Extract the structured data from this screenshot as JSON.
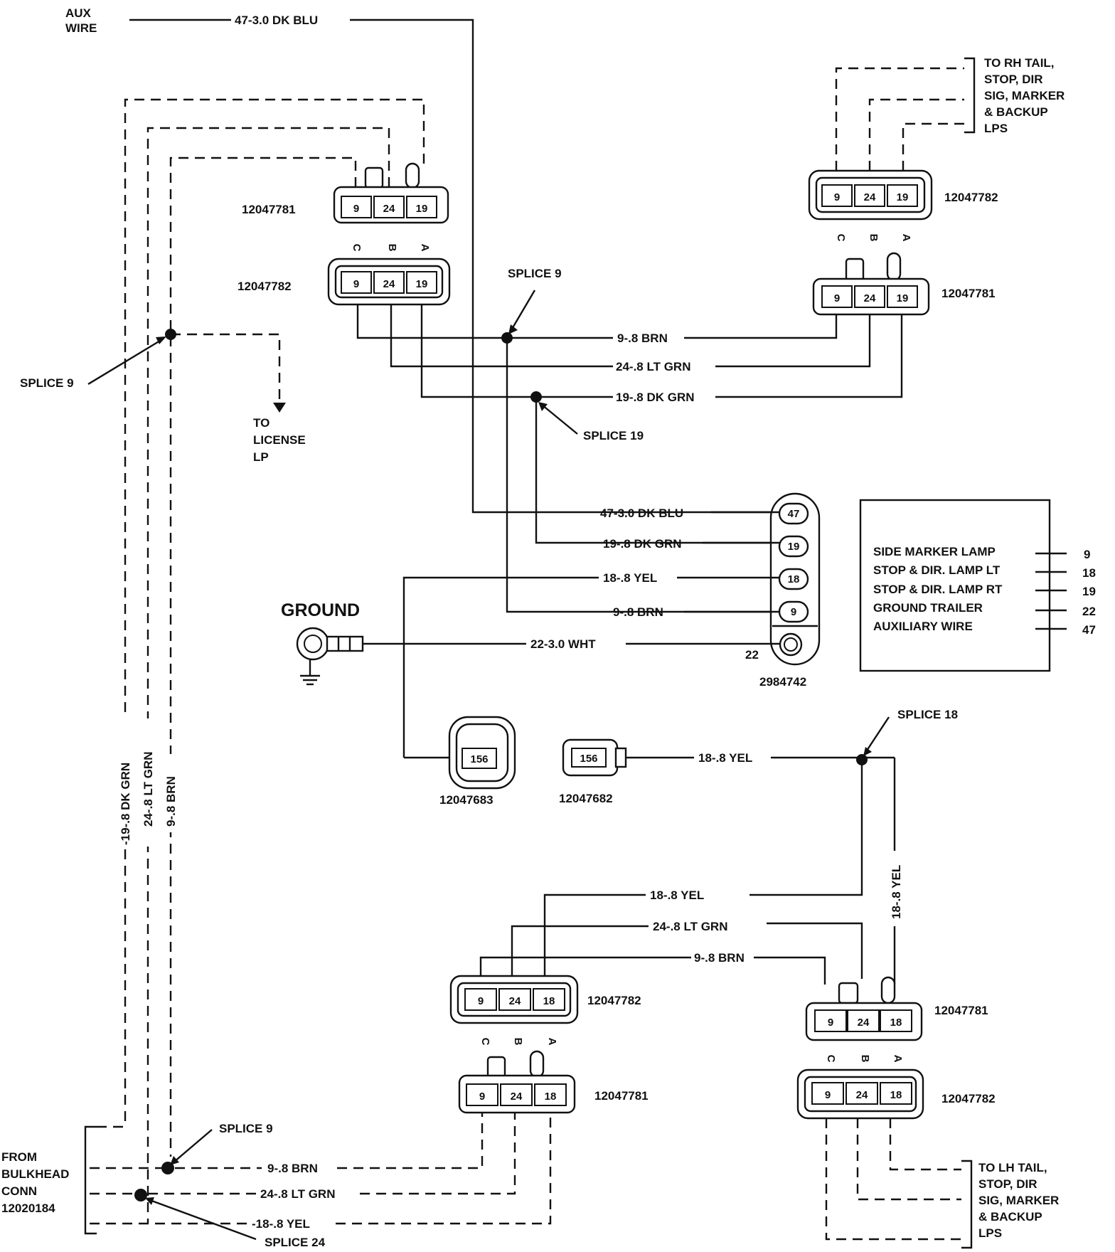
{
  "aux": {
    "line1": "AUX",
    "line2": "WIRE",
    "wire": "47-3.0 DK BLU"
  },
  "rh": {
    "note": [
      "TO RH TAIL,",
      "STOP, DIR",
      "SIG, MARKER",
      "& BACKUP",
      "LPS"
    ],
    "conn_top_part": "12047782",
    "conn_bottom_part": "12047781"
  },
  "lh": {
    "note": [
      "TO LH TAIL,",
      "STOP, DIR",
      "SIG, MARKER",
      "& BACKUP",
      "LPS"
    ],
    "conn_top_part": "12047781",
    "conn_bottom_part": "12047782"
  },
  "left_conn": {
    "top_part": "12047781",
    "bottom_part": "12047782"
  },
  "bottom_left_conn": {
    "top_part": "12047782",
    "bottom_part": "12047781"
  },
  "pins_9_24_19": [
    "9",
    "24",
    "19"
  ],
  "pins_9_24_18": [
    "9",
    "24",
    "18"
  ],
  "letters": [
    "C",
    "B",
    "A"
  ],
  "wires": {
    "brn": "9-.8 BRN",
    "ltgrn": "24-.8 LT GRN",
    "dkgrn": "19-.8 DK GRN",
    "dkblu": "47-3.0 DK BLU",
    "yel": "18-.8 YEL",
    "wht": "22-3.0 WHT"
  },
  "vertical": {
    "dkgrn": "-19-.8 DK GRN",
    "ltgrn": "24-.8 LT GRN",
    "brn": "9-.8 BRN",
    "yel": "18-.8 YEL"
  },
  "splices": {
    "s9": "SPLICE 9",
    "s19": "SPLICE 19",
    "s18": "SPLICE 18",
    "s24": "SPLICE 24"
  },
  "license": [
    "TO",
    "LICENSE",
    "LP"
  ],
  "ground": "GROUND",
  "socket": {
    "part": "2984742",
    "pins": [
      "47",
      "19",
      "18",
      "9"
    ],
    "ground_pin": "22"
  },
  "small_conn": {
    "pin": "156",
    "left_part": "12047683",
    "right_part": "12047682"
  },
  "legend": [
    {
      "label": "SIDE MARKER LAMP",
      "num": "9"
    },
    {
      "label": "STOP & DIR. LAMP LT",
      "num": "18"
    },
    {
      "label": "STOP & DIR. LAMP RT",
      "num": "19"
    },
    {
      "label": "GROUND TRAILER",
      "num": "22"
    },
    {
      "label": "AUXILIARY WIRE",
      "num": "47"
    }
  ],
  "bulkhead": [
    "FROM",
    "BULKHEAD",
    "CONN",
    "12020184"
  ],
  "bottom_wires": {
    "brn": "9-.8 BRN",
    "ltgrn": "24-.8 LT GRN",
    "yel": "-18-.8 YEL"
  }
}
